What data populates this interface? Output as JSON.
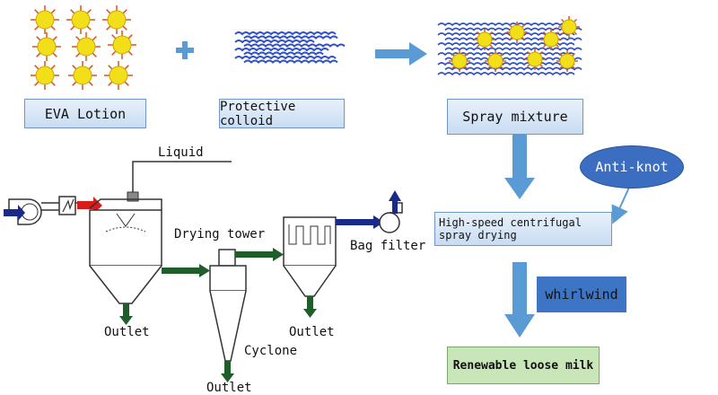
{
  "inputs": {
    "eva_lotion": "EVA Lotion",
    "protective_colloid": "Protective colloid",
    "spray_mixture": "Spray mixture"
  },
  "plant": {
    "liquid": "Liquid",
    "drying_tower": "Drying tower",
    "bag_filter": "Bag filter",
    "cyclone": "Cyclone",
    "outlet_tower": "Outlet",
    "outlet_filter": "Outlet",
    "outlet_cyclone": "Outlet"
  },
  "flow": {
    "anti_knot": "Anti-knot",
    "spray_drying_line1": "High-speed centrifugal",
    "spray_drying_line2": "spray drying",
    "whirlwind": "whirlwind",
    "product": "Renewable loose milk"
  },
  "colors": {
    "arrow_blue": "#5b9bd5",
    "box_fill": "#d6e6f7",
    "oval_blue": "#3b6ec0",
    "whirlwind_blue": "#3d74c4",
    "product_green": "#c8e6b8",
    "flow_arrow_dark": "#1f5e2b",
    "particle_yellow": "#f2df1a",
    "fiber_blue": "#3050c8"
  }
}
